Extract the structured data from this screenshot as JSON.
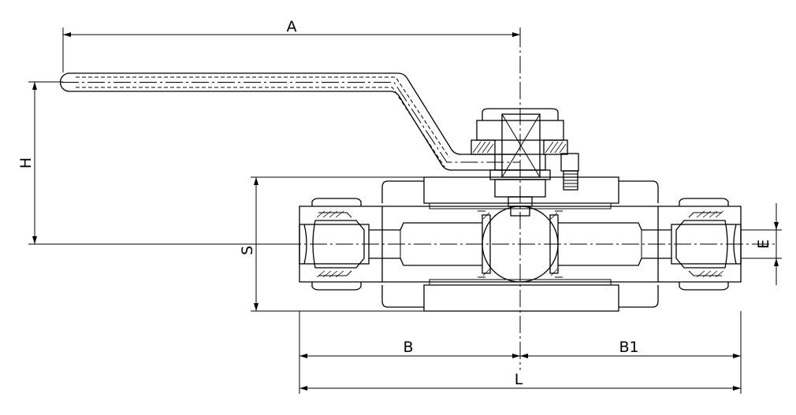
{
  "dimensions": {
    "a": "A",
    "h": "H",
    "s": "S",
    "e": "E",
    "b": "B",
    "b1": "B1",
    "l": "L"
  },
  "line_color": "#000000",
  "background": "#ffffff"
}
